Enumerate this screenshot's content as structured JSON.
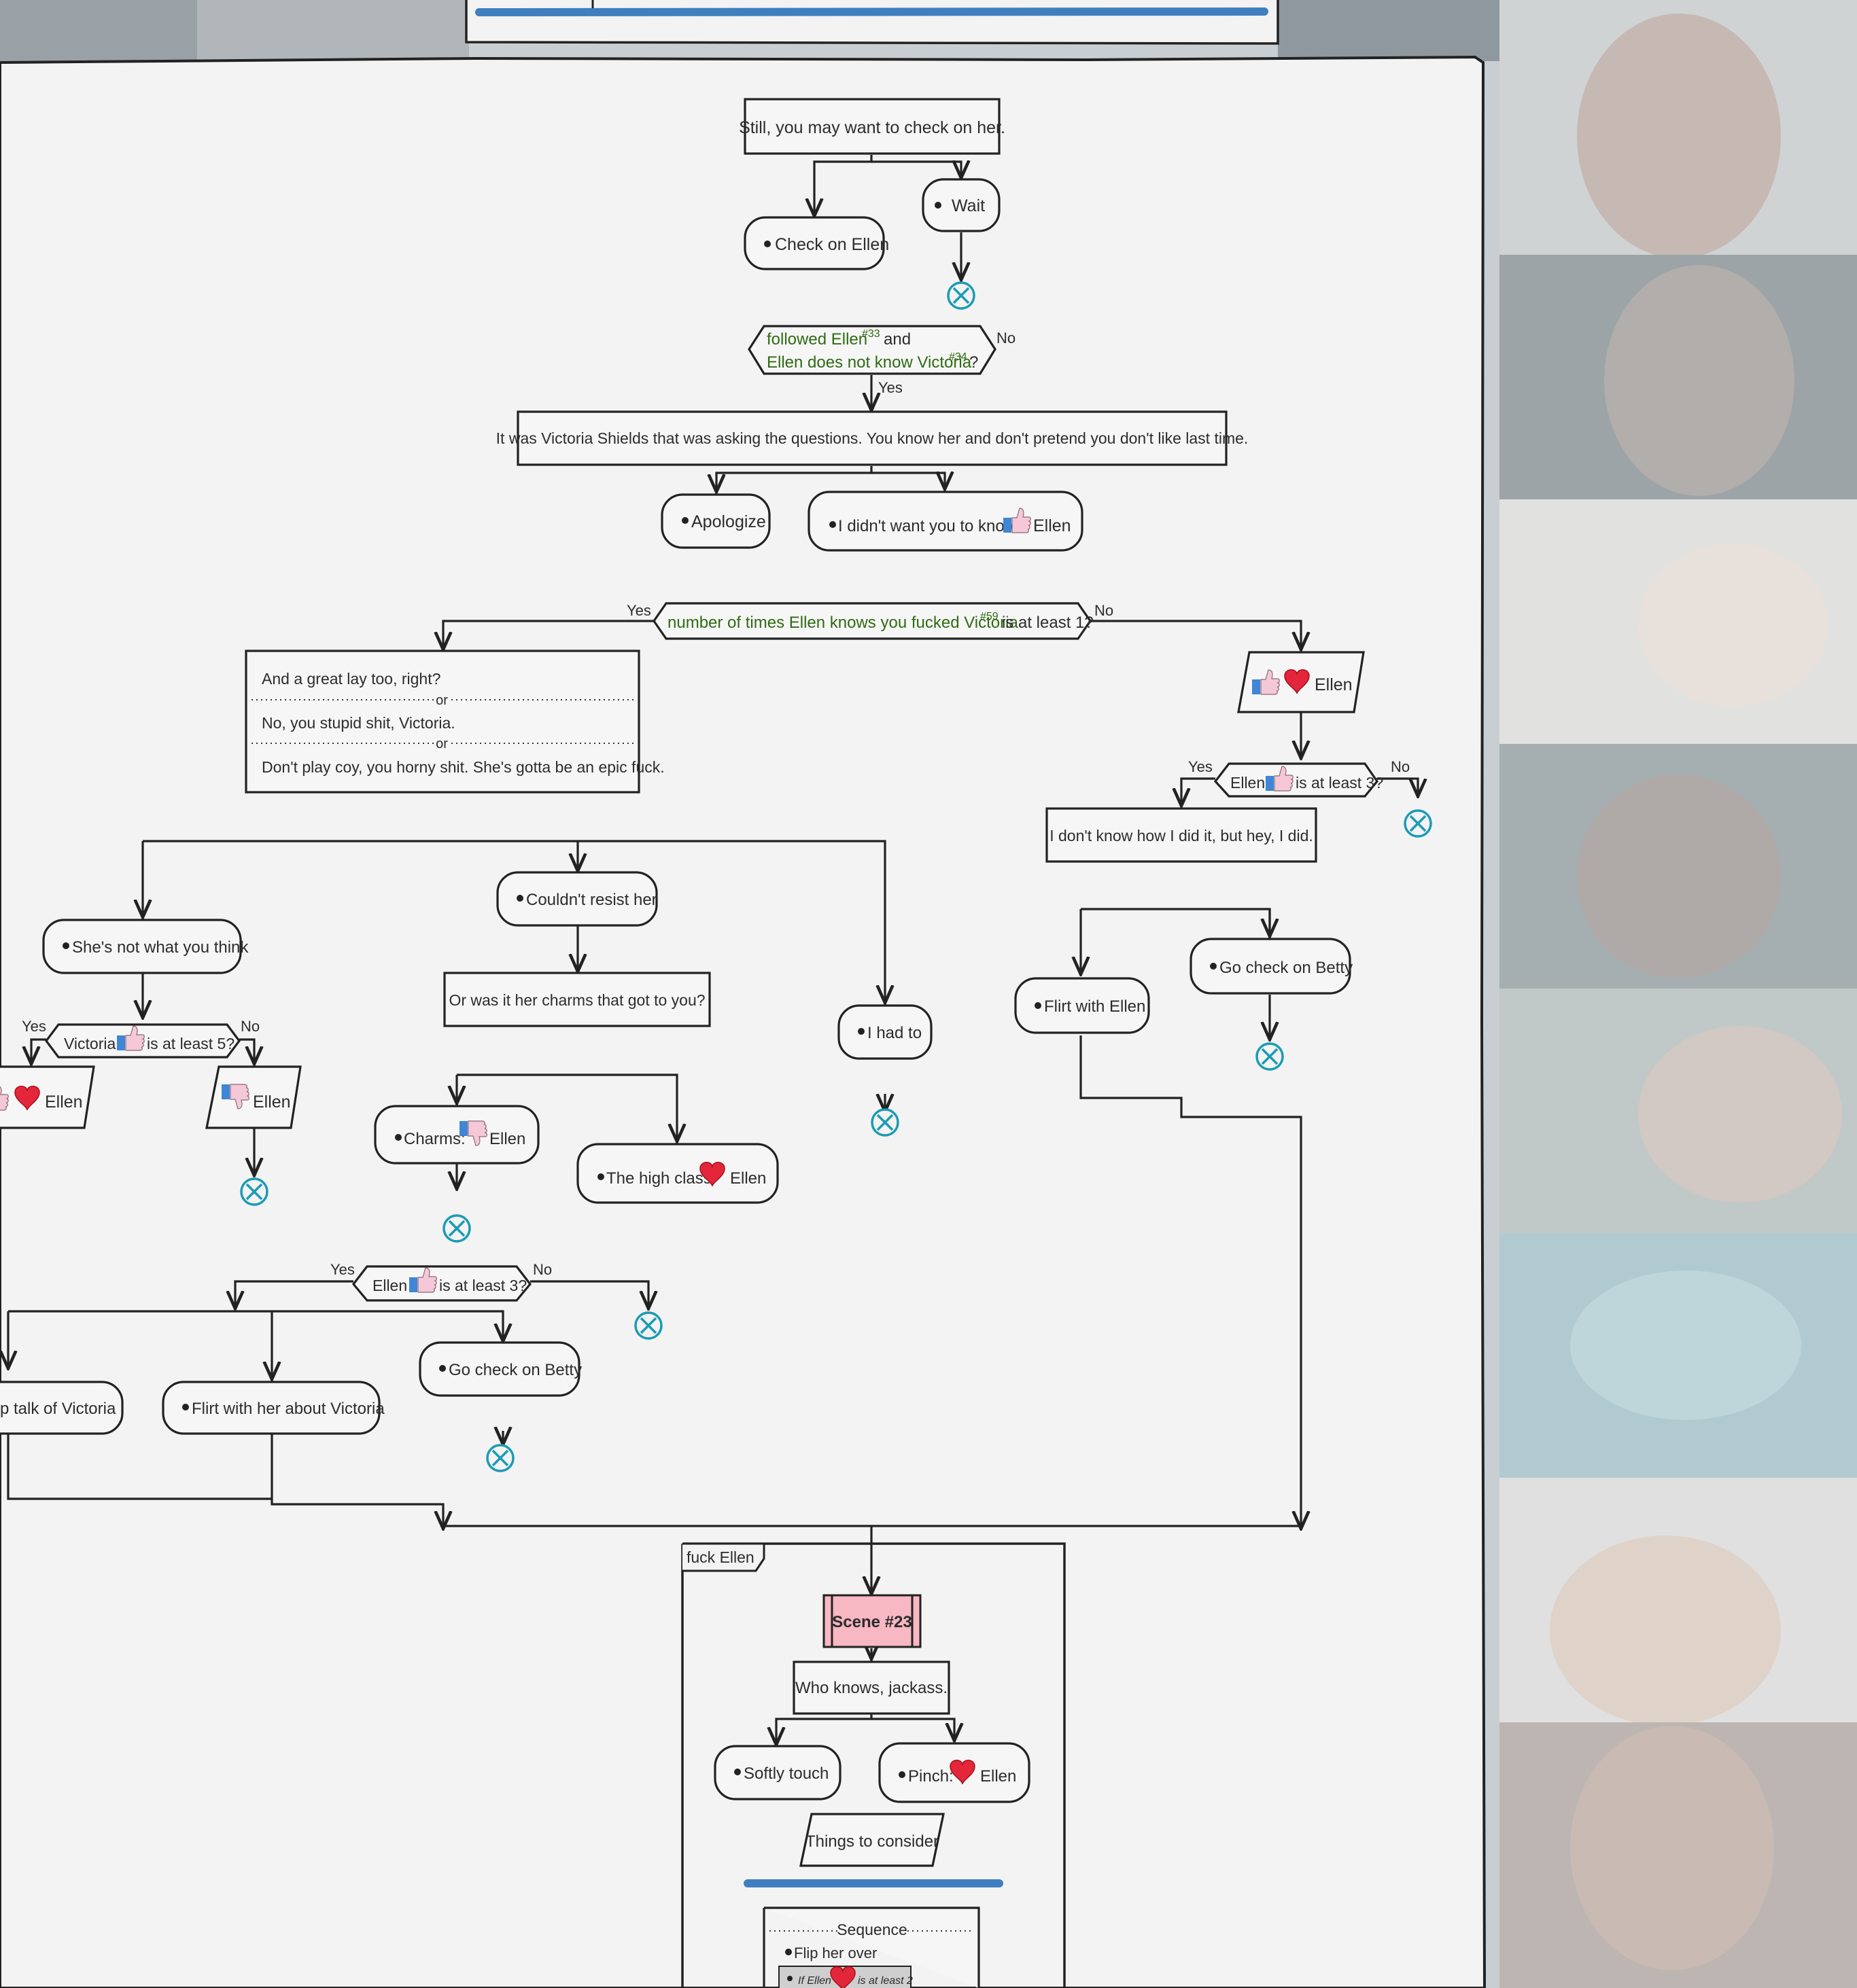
{
  "flowchart": {
    "still_check": "Still, you may want to check on her.",
    "wait": "Wait",
    "check_on_ellen": "Check on Ellen",
    "cond1_line1": "followed Ellen",
    "cond1_ref1": "#33",
    "cond1_and": "and",
    "cond1_line2": "Ellen does not know Victoria",
    "cond1_ref2": "#34",
    "cond1_q": "?",
    "no": "No",
    "yes": "Yes",
    "victoria_shields": "It was Victoria Shields that was asking the questions. You know her and don't pretend you don't like last time.",
    "apologize": "Apologize",
    "didnt_want": "I didn't want you to know:",
    "ellen": "Ellen",
    "cond2_text": "number of times Ellen knows you fucked Victoria",
    "cond2_ref": "#59",
    "cond2_tail": "is at least 1?",
    "alt1": "And a great lay too, right?",
    "or": "or",
    "alt2": "No, you stupid shit, Victoria.",
    "alt3": "Don't play coy, you horny shit. She's gotta be an epic fuck.",
    "is_at_least_3": "is at least 3?",
    "is_at_least_5": "is at least 5?",
    "dont_know": "I don't know how I did it, but hey, I did.",
    "flirt_with_ellen": "Flirt with Ellen",
    "go_check_betty": "Go check on Betty",
    "couldnt_resist": "Couldn't resist her",
    "shes_not": "She's not what you think",
    "or_was_it": "Or was it her charms that got to you?",
    "i_had_to": "I had to",
    "victoria": "Victoria",
    "charms": "Charms:",
    "high_class": "The high class:",
    "stop_talk": "p talk of Victoria",
    "flirt_victoria": "Flirt with her about Victoria",
    "fuck_ellen": "fuck Ellen",
    "scene": "Scene #23",
    "who_knows": "Who knows, jackass.",
    "softly_touch": "Softly touch",
    "pinch": "Pinch:",
    "things": "Things to consider",
    "sequence": "Sequence",
    "flip": "Flip her over",
    "if_ellen": "If Ellen",
    "at_least_2": "is at least 2"
  },
  "icons": [
    "thumbs-up-icon",
    "thumbs-down-icon",
    "heart-icon",
    "end-x-icon",
    "bullet-icon"
  ],
  "colors": {
    "background": "#f3f3f3",
    "stroke": "#222222",
    "condition_text": "#2f6b12",
    "end_marker": "#1a9bb5",
    "heart": "#e3263a",
    "thumb_cuff": "#3f86d6",
    "thumb_hand": "#f5c8d8",
    "scene_fill": "#f7b7c3",
    "divider": "#3f7fbf"
  }
}
